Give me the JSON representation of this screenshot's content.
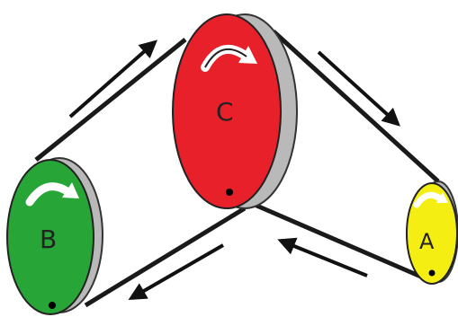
{
  "pulleys": [
    {
      "id": "C",
      "label": "C",
      "color": "#e8202a",
      "rotation": "clockwise"
    },
    {
      "id": "B",
      "label": "B",
      "color": "#27a536",
      "rotation": "clockwise"
    },
    {
      "id": "A",
      "label": "A",
      "color": "#f5ee12",
      "rotation": "clockwise"
    }
  ],
  "colors": {
    "belt": "#1a1a1a",
    "rim": "#b9b9b9",
    "arrow": "#111111"
  },
  "belt_arrows": [
    "up-right",
    "down-right",
    "left",
    "down-left"
  ]
}
